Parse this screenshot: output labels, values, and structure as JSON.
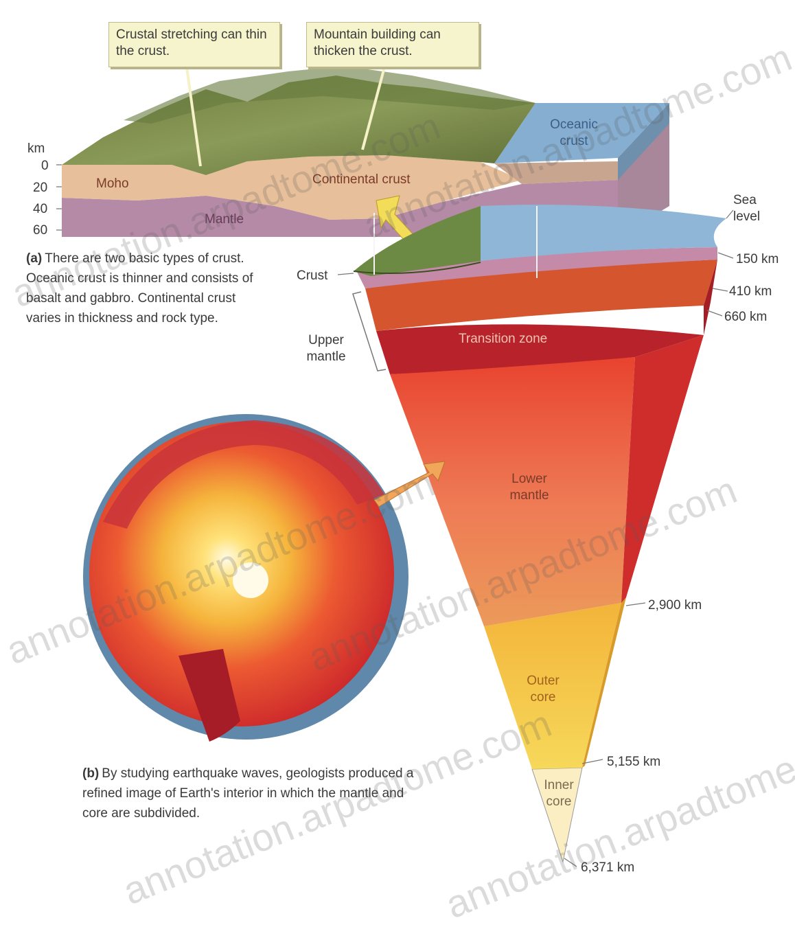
{
  "callouts": {
    "stretching": "Crustal stretching can thin the crust.",
    "mountain": "Mountain building can thicken the crust."
  },
  "block": {
    "axis_unit": "km",
    "depth_ticks": [
      "0",
      "20",
      "40",
      "60"
    ],
    "moho": "Moho",
    "continental_crust": "Continental crust",
    "mantle": "Mantle",
    "oceanic_crust": "Oceanic crust"
  },
  "section_labels": {
    "sea_level": "Sea level",
    "crust": "Crust",
    "upper_mantle": "Upper mantle",
    "transition_zone": "Transition zone",
    "lower_mantle": "Lower mantle",
    "outer_core": "Outer core",
    "inner_core": "Inner core"
  },
  "depths": {
    "d150": "150 km",
    "d410": "410 km",
    "d660": "660 km",
    "d2900": "2,900 km",
    "d5155": "5,155 km",
    "d6371": "6,371 km"
  },
  "captions": {
    "a_tag": "(a)",
    "a_text": "There are two basic types of crust. Oceanic crust is thinner and consists of basalt and gabbro. Continental crust varies in thickness and rock type.",
    "b_tag": "(b)",
    "b_text": "By studying earthquake waves, geologists produced a refined image of Earth's interior in which the mantle and core are subdivided."
  },
  "watermark": "annotation.arpadtome.com",
  "colors": {
    "continental": "#e7bf9a",
    "mantle_band": "#b58aa6",
    "ocean": "#86aed0",
    "vegetation": "#7d8c4c",
    "upper_mantle": "#d5552e",
    "transition": "#b8222a",
    "lower_mantle": "#e9513a",
    "outer_core": "#f2c736",
    "inner_core": "#fbeec3",
    "callout_bg": "#f6f4cc"
  }
}
